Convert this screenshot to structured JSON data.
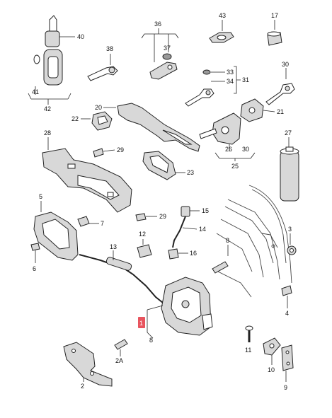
{
  "labels": {
    "c1": "1",
    "c2": "2",
    "c2a": "2A",
    "c3": "3",
    "c4": "4",
    "c5": "5",
    "c6": "6",
    "c7": "7",
    "c8a": "8",
    "c8b": "8",
    "c9": "9",
    "c10": "10",
    "c11": "11",
    "c12": "12",
    "c13": "13",
    "c14": "14",
    "c15": "15",
    "c16": "16",
    "c17": "17",
    "c20": "20",
    "c21": "21",
    "c22": "22",
    "c23": "23",
    "c25": "25",
    "c26": "26",
    "c27": "27",
    "c28": "28",
    "c29a": "29",
    "c29b": "29",
    "c30a": "30",
    "c30b": "30",
    "c31": "31",
    "c33": "33",
    "c34": "34",
    "c36": "36",
    "c37": "37",
    "c38": "38",
    "c40": "40",
    "c41": "41",
    "c42": "42",
    "c43": "43"
  },
  "colors": {
    "highlight": "#e8545e",
    "line": "#222222"
  }
}
